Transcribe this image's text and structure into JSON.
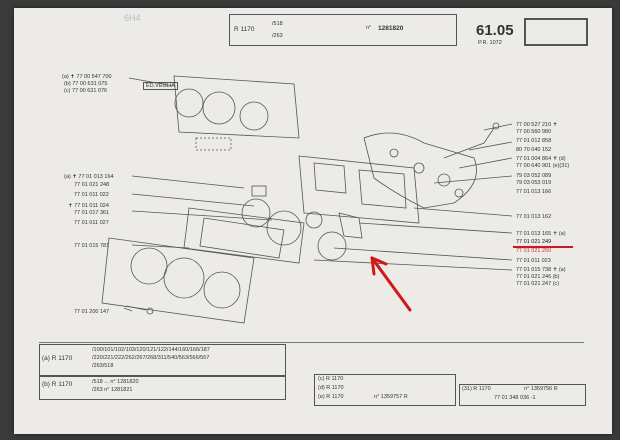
{
  "header": {
    "model": "R 1170",
    "range_a": "/518",
    "range_b": "/263",
    "serial_prefix": "n°",
    "serial_value": "1281820",
    "code_top": "61.05",
    "code_sub": "P.R. 1072",
    "stamp_top": "6Н4"
  },
  "top_labels": {
    "a": "(a) ✝ 77 00 547 700",
    "b": "(b) 77 00 631 075",
    "c": "(c) 77 00 631 076",
    "ed_veglia": "ED.VEGLIA"
  },
  "left_labels": [
    "(a) ✝ 77 01 013 164",
    "77 01 021 248",
    "77 01 011 022",
    "✝ 77 01 011 024",
    "77 01 017 361",
    "77 01 011 027",
    "77 01 015 781",
    "77 01 200 147"
  ],
  "right_labels": [
    "77 00 527 210 ✝",
    "77 00 560 980",
    "77 01 012 858",
    "80 70 040 152",
    "77 01 004 864 ✝ (d)",
    "77 00 640 901 (e)(31)",
    "79 03 052 089",
    "79 03 053 019",
    "77 01 013 166",
    "77 01 013 162",
    "77 01 013 165 ✝ (a)",
    "77 01 021 249",
    "77 01 021 250",
    "77 01 011 023",
    "77 01 015 738 ✝ (a)",
    "77 01 021 246 (b)",
    "77 01 021 247 (c)"
  ],
  "footer": {
    "a_model": "(a) R 1170",
    "a_line1": "/100/101/102/103/120/121/122/144/160/166/187",
    "a_line2": "/220/221/222/262/267/268/311/540/563/566/567",
    "a_line3": "/263/518",
    "b_model": "(b) R 1170",
    "b_line1": "/518 ... n° 1281820",
    "b_line2": "/263 n° 1281821",
    "c_model": "(c) R 1170",
    "d_model": "(d) R 1170",
    "e_model": "(e) R 1170",
    "e_value": "n° 1359757 R",
    "ref_model": "(31) R 1170",
    "ref_serial": "n° 1359756 R",
    "ref_part": "77 01 348 036 -1"
  },
  "annotation": {
    "highlight_color": "#d01818"
  }
}
